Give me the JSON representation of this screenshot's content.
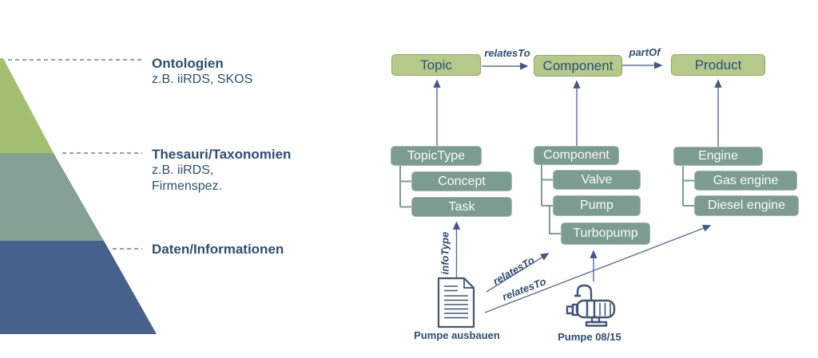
{
  "pyramid": {
    "levels": [
      {
        "label": "Ontologien",
        "sub1": "z.B. iiRDS, SKOS",
        "sub2": "",
        "color": "#a3bf70"
      },
      {
        "label": "Thesauri/Taxonomien",
        "sub1": "z.B. iiRDS,",
        "sub2": "Firmenspez.",
        "color": "#86a194"
      },
      {
        "label": "Daten/Informationen",
        "sub1": "",
        "sub2": "",
        "color": "#45618c"
      }
    ]
  },
  "graph": {
    "top_row": [
      {
        "label": "Topic"
      },
      {
        "label": "Component"
      },
      {
        "label": "Product"
      }
    ],
    "relations": {
      "topic_component": "relatesTo",
      "component_product": "partOf",
      "info_type": "infoType",
      "doc_turbopump": "relatesTo",
      "doc_diesel": "relatesTo"
    },
    "trees": [
      {
        "parent": "TopicType",
        "children": [
          "Concept",
          "Task"
        ]
      },
      {
        "parent": "Component",
        "children": [
          "Valve",
          "Pump",
          "Turbopump"
        ]
      },
      {
        "parent": "Engine",
        "children": [
          "Gas engine",
          "Diesel engine"
        ]
      }
    ],
    "instances": [
      {
        "icon": "document-icon",
        "label": "Pumpe ausbauen"
      },
      {
        "icon": "pump-icon",
        "label": "Pumpe 08/15"
      }
    ]
  },
  "colors": {
    "pyramid_green": "#a3bf70",
    "pyramid_sage": "#86a194",
    "pyramid_blue": "#45618c",
    "box_green_fill": "#b5c98b",
    "box_green_border": "#8ea567",
    "box_sage_fill": "#7d9c91",
    "box_sage_border": "#a4b8ae",
    "text_navy": "#2d4e74",
    "arrow_slate": "#5e6d9a",
    "connector_sage": "#7e9d91",
    "dashed_line": "#8aa49b"
  }
}
